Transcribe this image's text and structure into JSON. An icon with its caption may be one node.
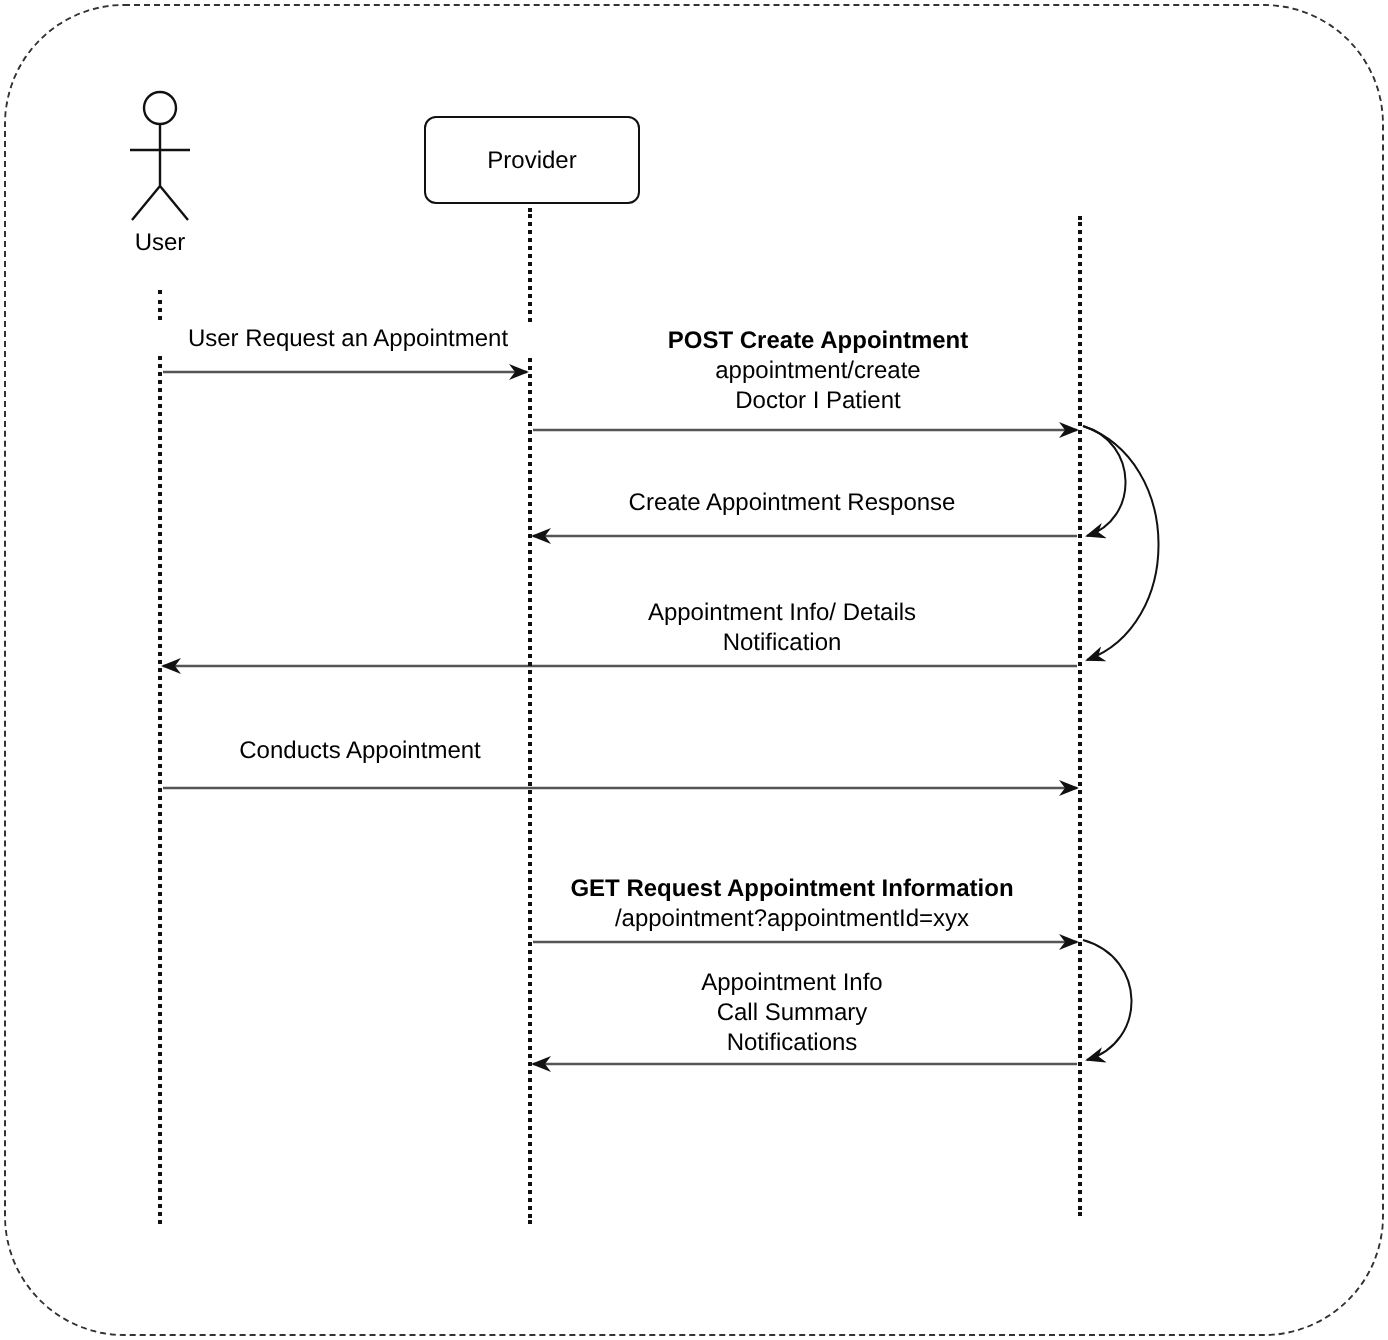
{
  "diagram": {
    "nodes": [
      {
        "text": [
          "User"
        ]
      },
      {
        "text": [
          "Provider"
        ]
      },
      {
        "text": [],
        "shape": "line"
      },
      {
        "text": [],
        "shape": "line"
      },
      {
        "text": [],
        "shape": "line"
      }
    ],
    "edges": [
      {
        "from": 2,
        "to": 3,
        "arrow": "to",
        "label": "User Request an Appointment"
      },
      {
        "from": 3,
        "to": 4,
        "arrow": "to",
        "label": "**POST Create Appointment** appointment/create Doctor I Patient"
      },
      {
        "from": 4,
        "to": 3,
        "arrow": "to",
        "label": "Create Appointment Response"
      },
      {
        "from": 4,
        "to": 2,
        "arrow": "to",
        "label": "Appointment Info/ Details Notification"
      },
      {
        "from": 2,
        "to": 4,
        "arrow": "to",
        "label": "Conducts Appointment"
      },
      {
        "from": 3,
        "to": 4,
        "arrow": "to",
        "label": "**GET Request Appointment Information** /appointment?appointmentId=xyx"
      },
      {
        "from": 4,
        "to": 3,
        "arrow": "to",
        "label": "Appointment Info Call Summary Notifications"
      },
      {
        "from": 4,
        "to": 4,
        "arrow": "to"
      },
      {
        "from": 4,
        "to": 4,
        "arrow": "to"
      },
      {
        "from": 4,
        "to": 4,
        "arrow": "to"
      }
    ]
  }
}
